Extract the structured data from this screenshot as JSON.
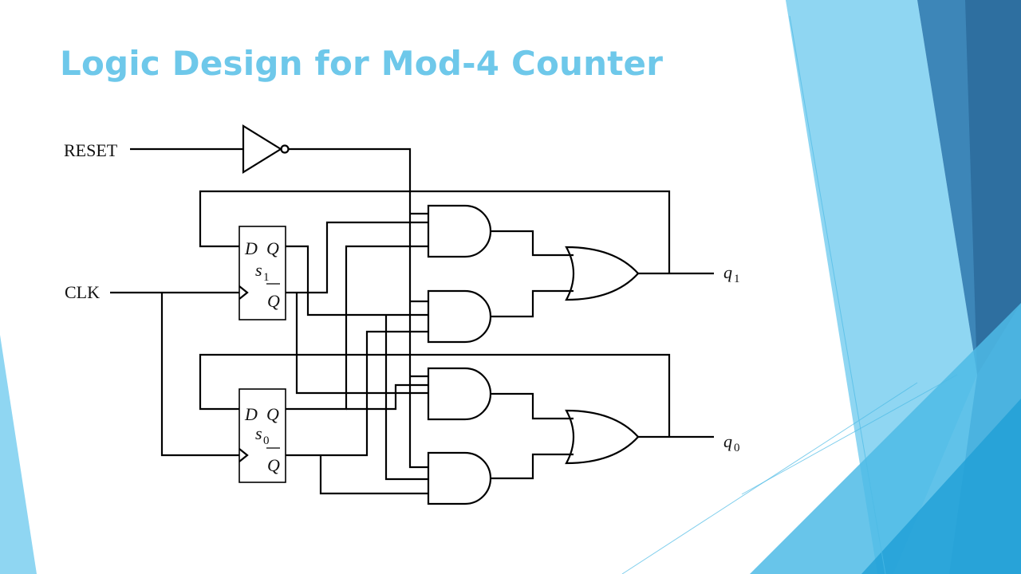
{
  "slide": {
    "title": "Logic Design for Mod-4 Counter"
  },
  "theme": {
    "title_color": "#6ec8ea",
    "accent_light": "#8fd6f2",
    "accent_mid": "#4dbbe6",
    "accent_dark": "#2e6fa0"
  },
  "circuit": {
    "inputs": {
      "reset": "RESET",
      "clk": "CLK"
    },
    "flip_flops": [
      {
        "d_label": "D",
        "q_label": "Q",
        "state_name": "s",
        "state_index": "1",
        "qbar_label": "Q"
      },
      {
        "d_label": "D",
        "q_label": "Q",
        "state_name": "s",
        "state_index": "0",
        "qbar_label": "Q"
      }
    ],
    "outputs": [
      {
        "name": "q",
        "index": "1"
      },
      {
        "name": "q",
        "index": "0"
      }
    ],
    "gate_types": [
      "NOT",
      "AND",
      "AND",
      "AND",
      "AND",
      "OR",
      "OR"
    ]
  }
}
